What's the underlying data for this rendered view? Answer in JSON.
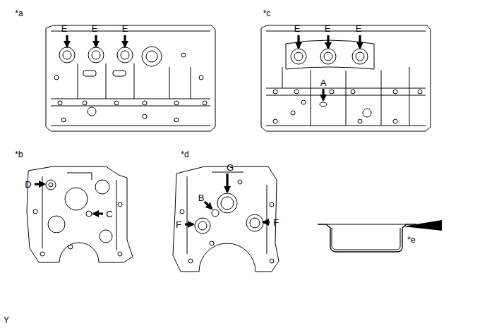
{
  "diagram": {
    "labels": [
      "*a",
      "E",
      "E",
      "E",
      "*c",
      "E",
      "E",
      "E",
      "A",
      "*b",
      "D",
      "C",
      "*d",
      "G",
      "B",
      "F",
      "F",
      "*e",
      "Y"
    ]
  }
}
